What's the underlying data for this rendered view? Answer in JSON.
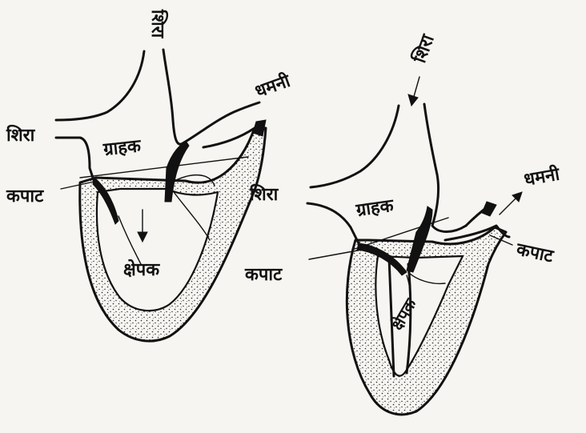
{
  "colors": {
    "ink": "#111111",
    "paper": "#f6f5f1"
  },
  "figures": [
    {
      "labels": {
        "top_vein": "शिरा",
        "vein": "शिरा",
        "artery": "धमनी",
        "receiver_chamber": "ग्राहक",
        "valve": "कपाट",
        "pumping_chamber": "क्षेपक"
      }
    },
    {
      "labels": {
        "top_vein": "शिरा",
        "vein": "शिरा",
        "artery": "धमनी",
        "receiver_chamber": "ग्राहक",
        "valve_left": "कपाट",
        "valve_right": "कपाट",
        "pumping_chamber": "क्षेपक"
      }
    }
  ]
}
